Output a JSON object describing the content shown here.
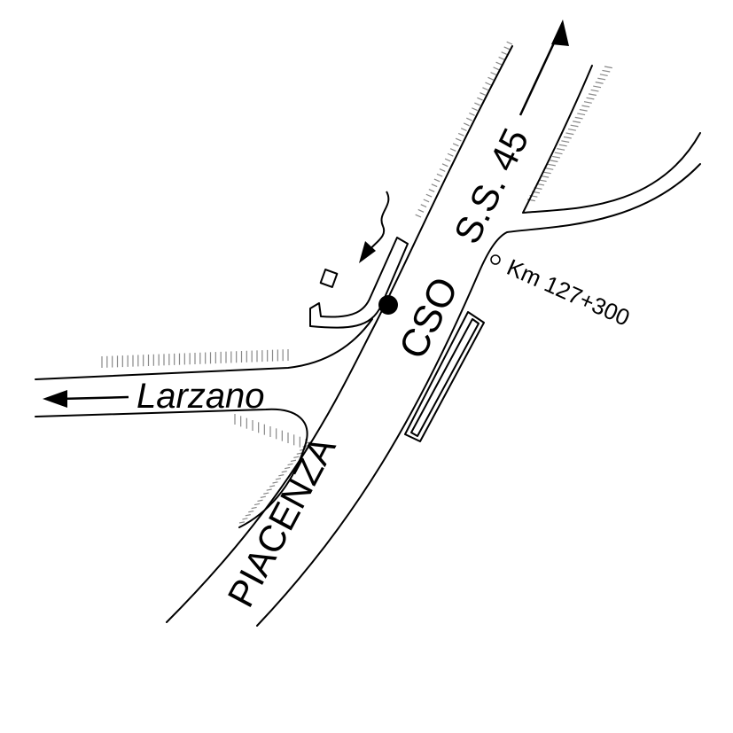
{
  "map": {
    "labels": {
      "main_road": "S.S. 45",
      "street_upper": "CSO",
      "street_lower": "PIACENZA",
      "side_road": "Larzano",
      "kilometer_marker": "Km 127+300"
    },
    "colors": {
      "road_stroke": "#000000",
      "embankment_hatch": "#888888",
      "background": "#ffffff"
    },
    "icons": [
      "direction-arrow-icon",
      "location-marker-icon",
      "kilometer-point-icon",
      "approach-arrow-icon"
    ]
  }
}
